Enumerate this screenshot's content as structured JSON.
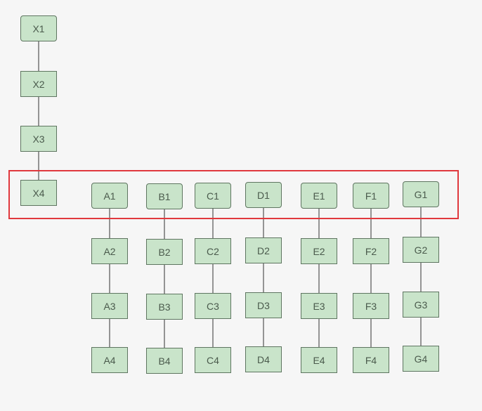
{
  "colors": {
    "background": "#f6f6f6",
    "node_fill": "#c9e4ca",
    "node_border": "#5e7560",
    "node_text": "#4a5a4c",
    "connector": "#333333",
    "highlight_border": "#e0383d"
  },
  "columns": [
    {
      "id": "x",
      "nodes": [
        "X1",
        "X2",
        "X3",
        "X4"
      ]
    },
    {
      "id": "a",
      "nodes": [
        "A1",
        "A2",
        "A3",
        "A4"
      ]
    },
    {
      "id": "b",
      "nodes": [
        "B1",
        "B2",
        "B3",
        "B4"
      ]
    },
    {
      "id": "c",
      "nodes": [
        "C1",
        "C2",
        "C3",
        "C4"
      ]
    },
    {
      "id": "d",
      "nodes": [
        "D1",
        "D2",
        "D3",
        "D4"
      ]
    },
    {
      "id": "e",
      "nodes": [
        "E1",
        "E2",
        "E3",
        "E4"
      ]
    },
    {
      "id": "f",
      "nodes": [
        "F1",
        "F2",
        "F3",
        "F4"
      ]
    },
    {
      "id": "g",
      "nodes": [
        "G1",
        "G2",
        "G3",
        "G4"
      ]
    }
  ]
}
